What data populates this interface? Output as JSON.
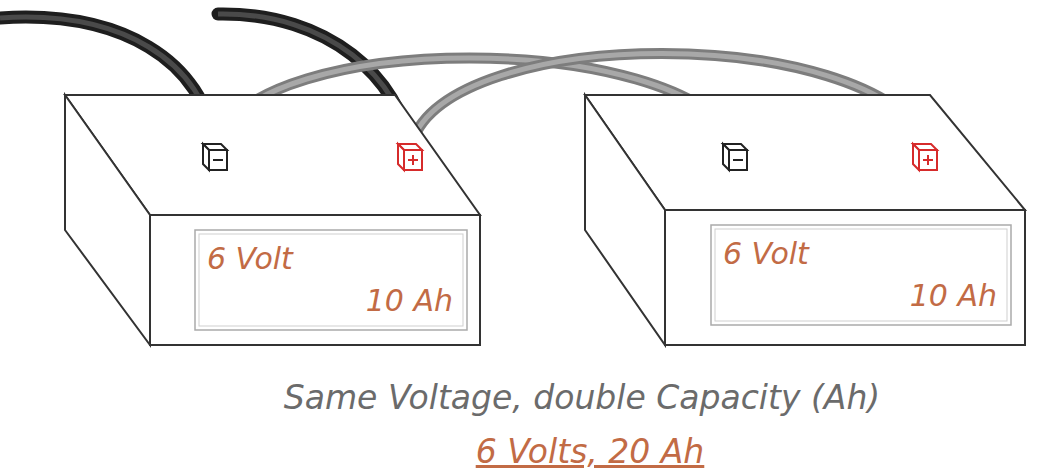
{
  "diagram": {
    "nodes": [
      {
        "text": [
          "6 Volt",
          "10 Ah"
        ]
      },
      {
        "text": [
          "6 Volt",
          "10 Ah"
        ]
      }
    ],
    "edges": [
      {
        "from": 0,
        "to": 1,
        "arrow": "none"
      },
      {
        "from": 0,
        "to": 1,
        "arrow": "none"
      }
    ],
    "labels": [
      "Same Voltage, double Capacity (Ah)",
      "6 Volts, 20 Ah"
    ]
  }
}
